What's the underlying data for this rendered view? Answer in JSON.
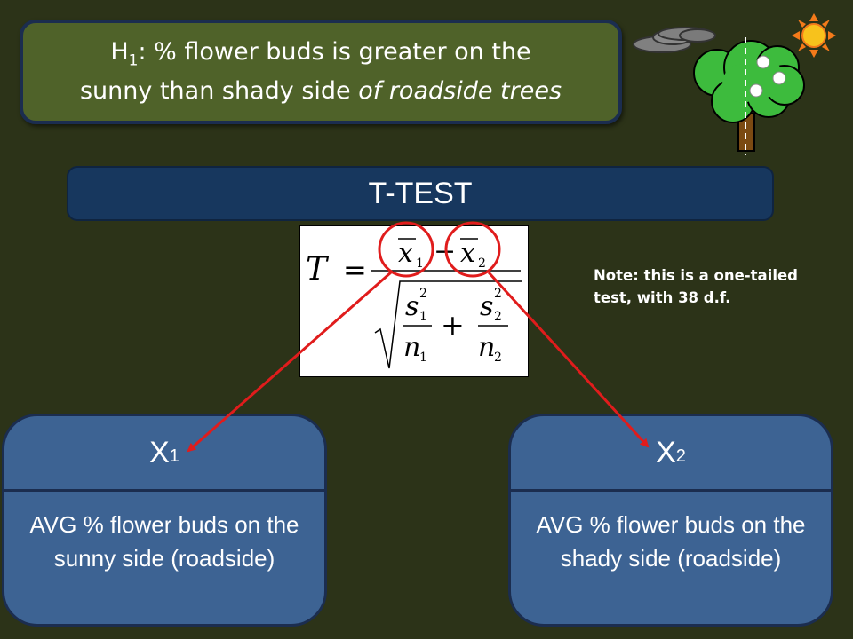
{
  "hypothesis": {
    "label": "H",
    "subscript": "1",
    "text_part1": ":  % flower buds is greater on the",
    "text_part2": "sunny than shady side ",
    "text_italic": "of roadside trees"
  },
  "ttest_title": "T-TEST",
  "formula": {
    "T": "T",
    "equals": "=",
    "x": "x",
    "minus": "−",
    "plus": "+",
    "s": "s",
    "n": "n",
    "sub1": "1",
    "sub2": "2",
    "sq": "2"
  },
  "note": "Note: this is a one-tailed test, with 38 d.f.",
  "cards": [
    {
      "title": "X",
      "subscript": "1",
      "body": "AVG % flower buds on the sunny side (roadside)"
    },
    {
      "title": "X",
      "subscript": "2",
      "body": "AVG % flower buds on the shady side (roadside)"
    }
  ],
  "colors": {
    "background": "#2c3318",
    "hypothesis_fill": "#4f6229",
    "box_border": "#1b2d4f",
    "ttest_fill": "#17375e",
    "card_fill": "#3d6393",
    "arrow": "#e01c1c",
    "sun": "#f7a51c"
  }
}
